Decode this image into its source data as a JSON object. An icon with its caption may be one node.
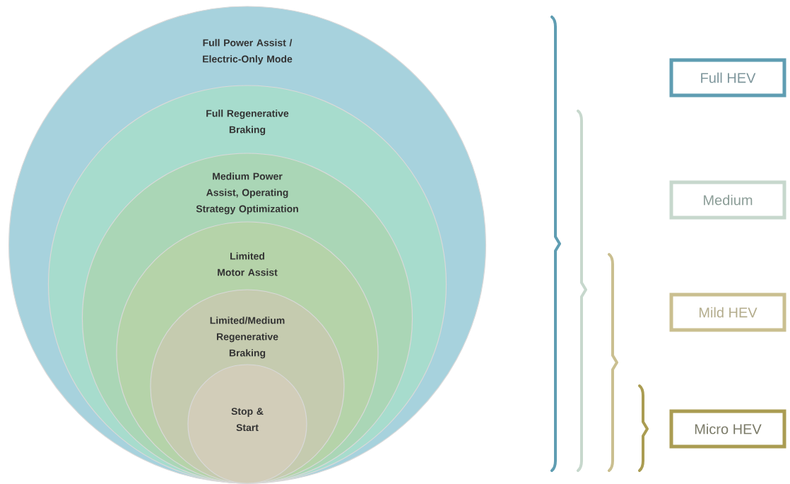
{
  "diagram": {
    "nodes": [
      {
        "text": [
          "Full Power Assist / Electric-Only Mode"
        ]
      },
      {
        "text": [
          "Full Regenerative Braking"
        ],
        "in": 0
      },
      {
        "text": [
          "Medium Power Assist, Operating Strategy Optimization"
        ],
        "in": 1
      },
      {
        "text": [
          "Limited Motor Assist"
        ],
        "in": 2
      },
      {
        "text": [
          "Limited/Medium Regenerative Braking"
        ],
        "in": 3
      },
      {
        "text": [
          "Stop & Start"
        ],
        "in": 4
      },
      {
        "text": [
          "Full HEV"
        ]
      },
      {
        "text": [
          "Medium"
        ]
      },
      {
        "text": [
          "Mild HEV"
        ]
      },
      {
        "text": [
          "Micro HEV"
        ]
      }
    ]
  }
}
